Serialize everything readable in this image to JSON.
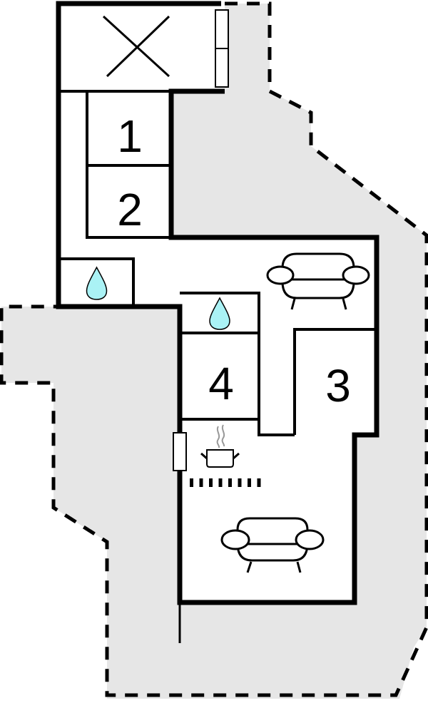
{
  "floorplan": {
    "colors": {
      "wall": "#000000",
      "outdoor_area": "#e6e6e6",
      "interior": "#ffffff",
      "water_drop": "#aaf2f5",
      "steam": "#999999"
    },
    "rooms": [
      {
        "id": "1",
        "label": "1"
      },
      {
        "id": "2",
        "label": "2"
      },
      {
        "id": "3",
        "label": "3"
      },
      {
        "id": "4",
        "label": "4"
      }
    ],
    "icons": [
      {
        "type": "cross-icon",
        "meaning": "void / no access"
      },
      {
        "type": "water-drop-icon",
        "meaning": "bathroom"
      },
      {
        "type": "water-drop-icon",
        "meaning": "bathroom"
      },
      {
        "type": "armchair-icon",
        "meaning": "living area"
      },
      {
        "type": "armchair-icon",
        "meaning": "living area"
      },
      {
        "type": "cooking-pot-icon",
        "meaning": "kitchen"
      }
    ]
  }
}
